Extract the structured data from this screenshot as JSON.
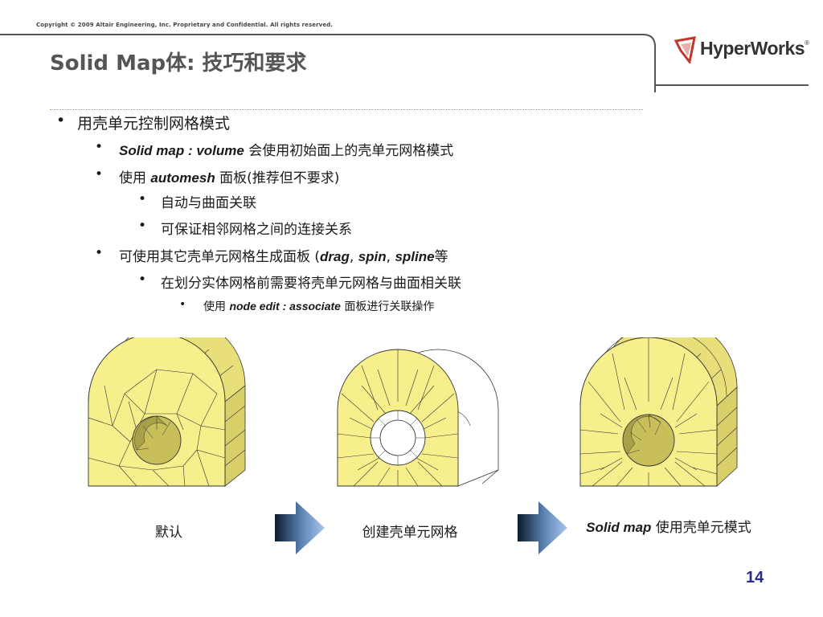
{
  "header": {
    "copyright": "Copyright © 2009 Altair Engineering, Inc. Proprietary and Confidential. All rights reserved.",
    "title": "Solid Map体: 技巧和要求",
    "logo_text": "HyperWorks",
    "logo_mark": "®"
  },
  "bullets": {
    "b1": "用壳单元控制网格模式",
    "b1_1_em": "Solid map : volume",
    "b1_1_text": " 会使用初始面上的壳单元网格模式",
    "b1_2_pre": "使用 ",
    "b1_2_em": "automesh",
    "b1_2_post": " 面板(推荐但不要求)",
    "b1_2_1": "自动与曲面关联",
    "b1_2_2": "可保证相邻网格之间的连接关系",
    "b1_3_pre": "可使用其它壳单元网格生成面板 (",
    "b1_3_em1": "drag",
    "b1_3_sep1": ", ",
    "b1_3_em2": "spin",
    "b1_3_sep2": ", ",
    "b1_3_em3": "spline",
    "b1_3_post": "等",
    "b1_3_1": "在划分实体网格前需要将壳单元网格与曲面相关联",
    "b1_3_1_1_pre": "使用 ",
    "b1_3_1_1_em": "node edit : associate",
    "b1_3_1_1_post": " 面板进行关联操作"
  },
  "figures": {
    "caption1": "默认",
    "caption2": "创建壳单元网格",
    "caption3_em": "Solid map",
    "caption3_text": " 使用壳单元模式"
  },
  "footer": {
    "page_number": "14"
  },
  "colors": {
    "mesh_face": "#f7ee8c",
    "mesh_top": "#e9df7a",
    "mesh_side": "#d9cf69",
    "arrow_light": "#a9c6ea",
    "arrow_dark": "#0c1c2e",
    "page_number": "#2a2a8c",
    "logo_red": "#c0392b"
  }
}
